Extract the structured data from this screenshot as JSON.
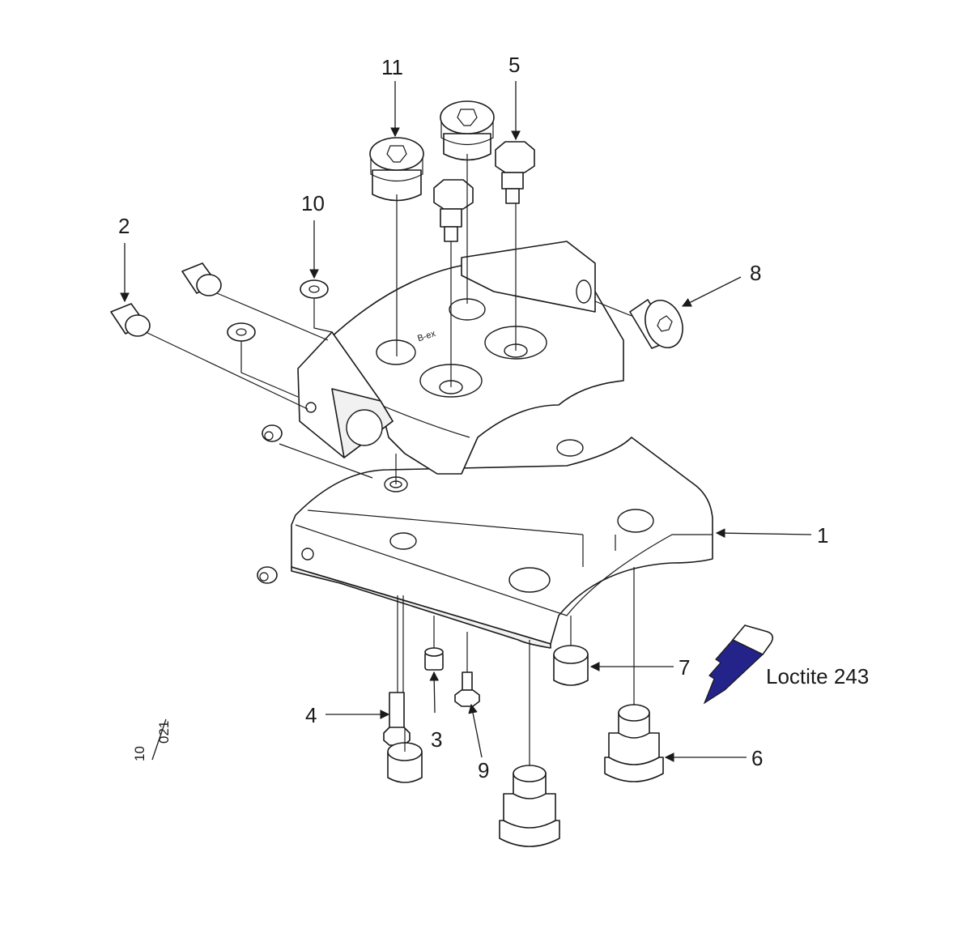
{
  "callouts": {
    "c1": "1",
    "c2": "2",
    "c3": "3",
    "c4": "4",
    "c5": "5",
    "c6": "6",
    "c7": "7",
    "c8": "8",
    "c9": "9",
    "c10": "10",
    "c11": "11"
  },
  "adhesive_label": "Loctite 243",
  "plate_marking": "B-ex",
  "drawing_ref": {
    "numerator": "10",
    "denominator": "021"
  },
  "colors": {
    "line": "#1a1a1a",
    "loctite_blue": "#24238a",
    "background": "#ffffff"
  }
}
